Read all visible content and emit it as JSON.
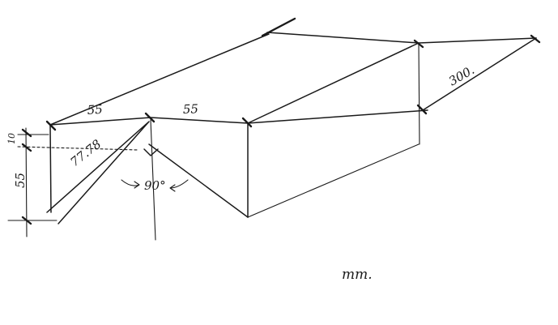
{
  "diagram": {
    "dimensions": {
      "top_width_left": "55",
      "top_width_right": "55",
      "length": "300.",
      "slant_length": "77.78",
      "height_small": "10",
      "height": "55",
      "angle": "90°"
    },
    "unit": "mm."
  }
}
